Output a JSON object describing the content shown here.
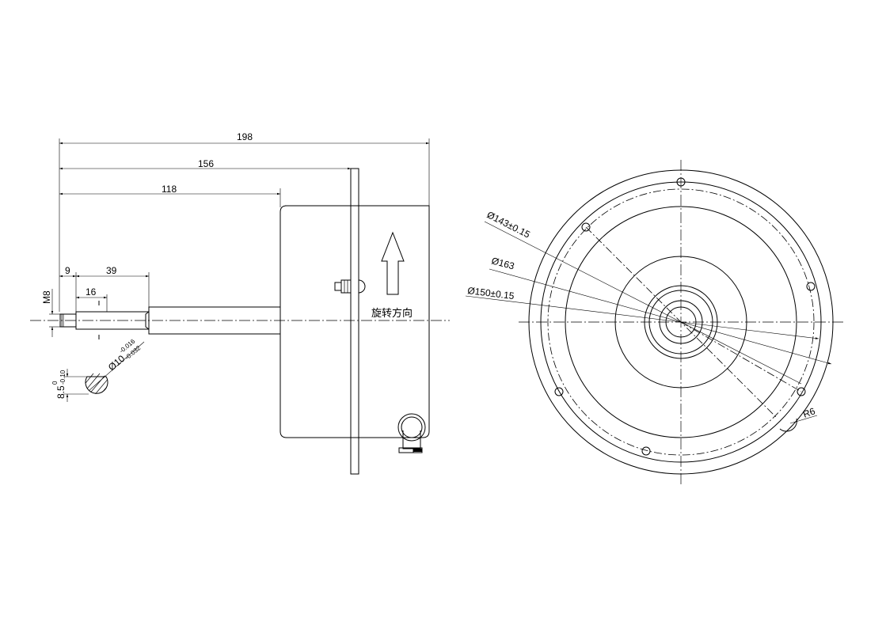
{
  "side_view": {
    "dims": {
      "overall_length": "198",
      "flange_length": "156",
      "body_length": "118",
      "shaft_step": "9",
      "shaft_length": "39",
      "keyway_length": "16",
      "thread": "M8"
    },
    "shaft_section": {
      "diameter_label": "Ø10",
      "diameter_tol_upper": "-0.016",
      "diameter_tol_lower": "-0.032",
      "flat_label": "8.5",
      "flat_tol_upper": "0",
      "flat_tol_lower": "-0.10"
    },
    "rotation_label": "旋转方向"
  },
  "front_view": {
    "dims": {
      "pcd_143": "Ø143±0.15",
      "dia_163": "Ø163",
      "dia_150": "Ø150±0.15",
      "radius_notch": "R6"
    }
  }
}
